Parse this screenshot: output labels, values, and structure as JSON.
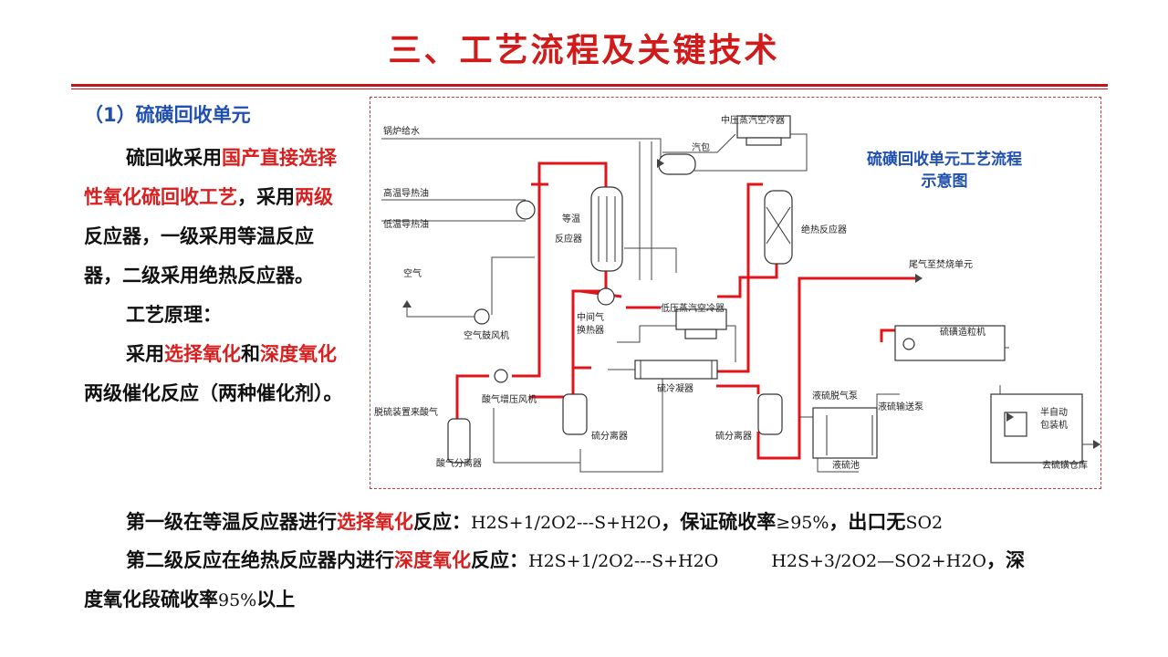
{
  "title": "三、工艺流程及关键技术",
  "section": "（1）硫磺回收单元",
  "intro": {
    "p1": [
      "硫回收采用",
      "国产直接选择性氧化硫回收工艺",
      "，采用",
      "两级",
      "反应器，一级采用等温反应器，二级采用绝热反应器。"
    ],
    "p2": "工艺原理：",
    "p3": [
      "采用",
      "选择氧化",
      "和",
      "深度氧化",
      "两级催化反应（两种催化剂）。"
    ]
  },
  "line1": {
    "a": "第一级在等温反应器进行",
    "b": "选择氧化",
    "c": "反应：",
    "eq": "H2S+1/2O2---S+H2O",
    "d": "，保证硫收率",
    "e": "≥95%",
    "f": "，出口无",
    "g": "SO2"
  },
  "line2": {
    "a": "第二级反应在绝热反应器内进行",
    "b": "深度氧化",
    "c": "反应：",
    "eq1": "H2S+1/2O2---S+H2O",
    "eq2": "H2S+3/2O2—SO2+H2O",
    "d": "，深"
  },
  "line3": {
    "a": "度氧化段硫收率",
    "b": "95%",
    "c": "以上"
  },
  "diagram": {
    "title": "硫磺回收单元工艺流程示意图",
    "labels": {
      "boiler_water": "锅炉给水",
      "mp_aircooler": "中压蒸汽空冷器",
      "drum": "汽包",
      "hot_oil_in": "高温导热油",
      "hot_oil_out": "低温导热油",
      "isothermal_1": "等温",
      "isothermal_2": "反应器",
      "adiabatic": "绝热反应器",
      "tail_gas": "尾气至焚烧单元",
      "air": "空气",
      "blower": "空气鼓风机",
      "mid_hx_1": "中间气",
      "mid_hx_2": "换热器",
      "lp_aircooler": "低压蒸汽空冷器",
      "granulator": "硫磺造粒机",
      "acid_booster": "酸气增压风机",
      "sulfur_condenser": "硫冷凝器",
      "degas_pump": "液硫脱气泵",
      "transfer_pump": "液硫输送泵",
      "packer_1": "半自动",
      "packer_2": "包装机",
      "acid_source": "脱硫装置来酸气",
      "sep1": "硫分离器",
      "sep2": "硫分离器",
      "acid_sep": "酸气分离器",
      "pit": "液硫池",
      "warehouse": "去硫磺仓库"
    }
  }
}
